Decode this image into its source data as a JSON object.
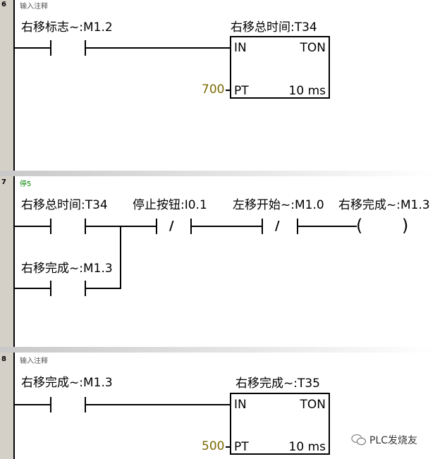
{
  "networks": [
    {
      "number": "6",
      "comment": "输入注释",
      "contact": "右移标志~:M1.2",
      "timer": {
        "name": "右移总时间:T34",
        "in": "IN",
        "type": "TON",
        "pt_pin": "PT",
        "pt_value": "700",
        "resolution": "10 ms"
      }
    },
    {
      "number": "7",
      "comment": "停5",
      "contact_1": "右移总时间:T34",
      "contact_2": "停止按钮:I0.1",
      "contact_3": "左移开始~:M1.0",
      "coil": "右移完成~:M1.3",
      "parallel_contact": "右移完成~:M1.3",
      "slash": "/"
    },
    {
      "number": "8",
      "comment": "输入注释",
      "contact": "右移完成~:M1.3",
      "timer": {
        "name": "右移完成~:T35",
        "in": "IN",
        "type": "TON",
        "pt_pin": "PT",
        "pt_value": "500",
        "resolution": "10 ms"
      }
    }
  ],
  "watermark": "PLC发烧友"
}
